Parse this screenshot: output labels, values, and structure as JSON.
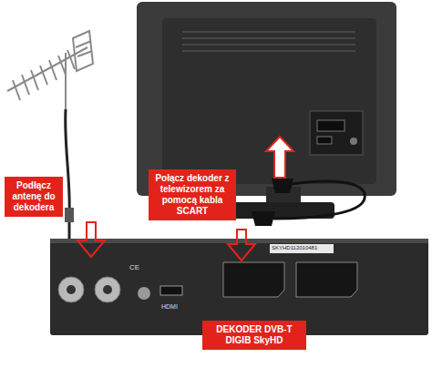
{
  "diagram": {
    "nodes": [
      {
        "text": [
          "Podłącz antenę do dekodera"
        ]
      },
      {
        "text": [
          "Połącz dekoder z telewizorem za pomocą kabla SCART"
        ]
      },
      {
        "text": [
          "DEKODER DVB-T DIGIB SkyHD"
        ]
      }
    ],
    "labels": [
      "SKYHD112010481",
      "CE",
      "HDMI"
    ]
  }
}
